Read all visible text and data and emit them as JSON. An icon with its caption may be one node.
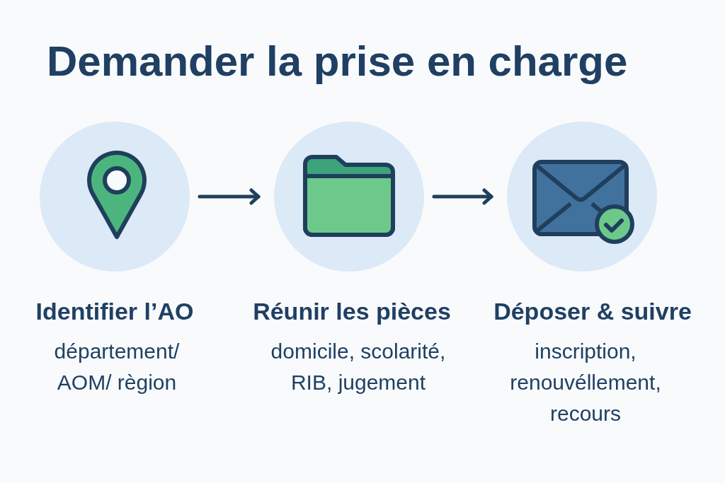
{
  "diagram": {
    "title": "Demander la prise en charge",
    "nodes": [
      {
        "text": [
          "Identifier l’AO",
          "département/ AOM/ règion"
        ]
      },
      {
        "text": [
          "Réunir les pièces",
          "domicile, scolarité, RIB, jugement"
        ]
      },
      {
        "text": [
          "Déposer & suivre",
          "inscription, renouvéllement, recours"
        ]
      }
    ],
    "edges": [
      {
        "from": 0,
        "to": 1,
        "arrow": "to"
      },
      {
        "from": 1,
        "to": 2,
        "arrow": "to"
      }
    ]
  }
}
